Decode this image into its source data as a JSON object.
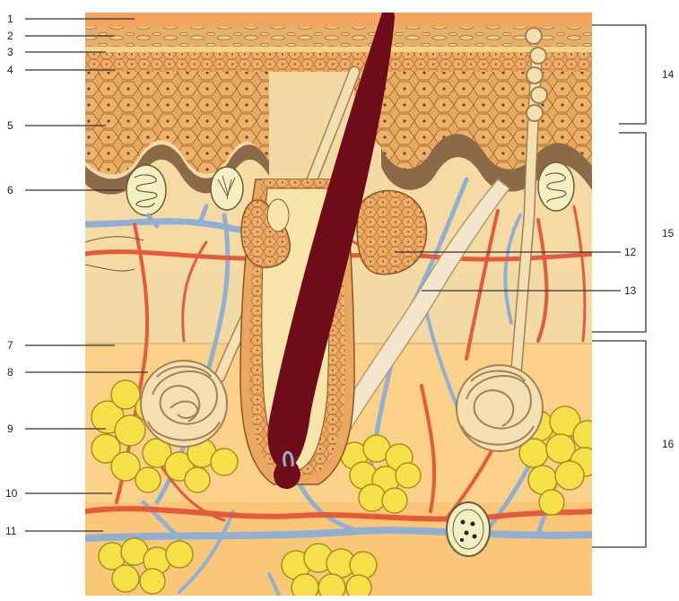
{
  "diagram": {
    "labels_left": [
      "1",
      "2",
      "3",
      "4",
      "5",
      "6",
      "7",
      "8",
      "9",
      "10",
      "11"
    ],
    "labels_right": [
      "12",
      "13"
    ],
    "brackets": [
      "14",
      "15",
      "16"
    ]
  },
  "colors": {
    "epidermis_top": "#e89a55",
    "epidermis_cells": "#e5a45c",
    "basal_band": "#8c6a48",
    "dermis": "#f6dca8",
    "hypodermis": "#fbd089",
    "artery": "#e65a3c",
    "vein": "#8eaed0",
    "fat": "#f6e04a",
    "hair_shaft": "#6e0c1a",
    "gland": "#e9a75f"
  }
}
